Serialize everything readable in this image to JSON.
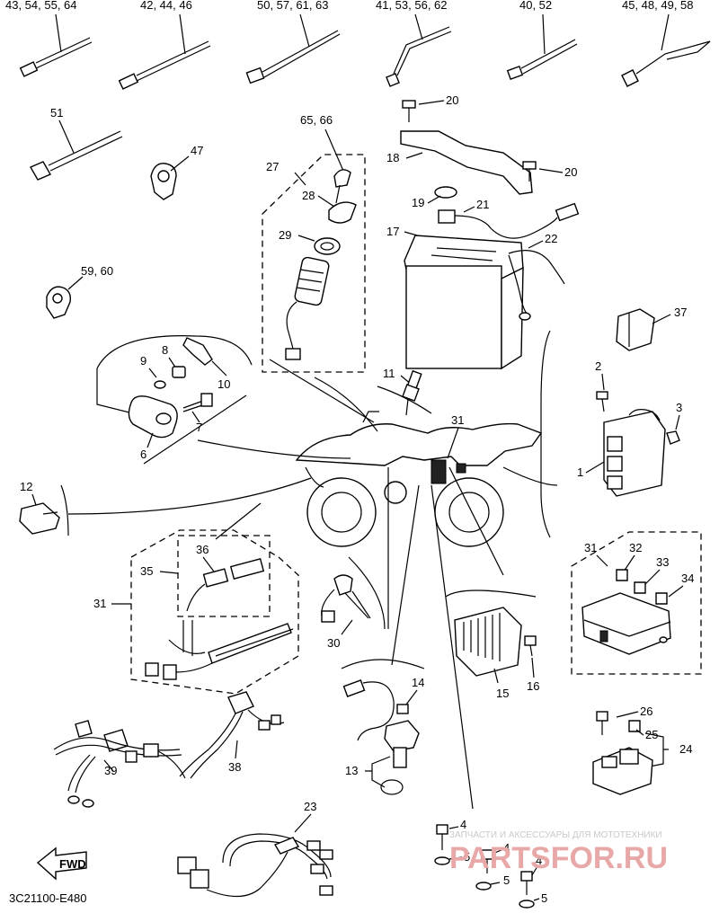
{
  "labels": {
    "l43": "43, 54, 55, 64",
    "l42": "42, 44, 46",
    "l50": "50, 57, 61, 63",
    "l41": "41, 53, 56, 62",
    "l40": "40, 52",
    "l45": "45, 48, 49, 58",
    "l51": "51",
    "l47": "47",
    "l6566": "65, 66",
    "l27": "27",
    "l28": "28",
    "l29": "29",
    "l20a": "20",
    "l18": "18",
    "l20b": "20",
    "l19": "19",
    "l21": "21",
    "l17": "17",
    "l22": "22",
    "l5960": "59, 60",
    "l37": "37",
    "l8": "8",
    "l9": "9",
    "l10": "10",
    "l11": "11",
    "l7": "7",
    "l6": "6",
    "l31a": "31",
    "l2": "2",
    "l3": "3",
    "l1": "1",
    "l12": "12",
    "l36": "36",
    "l35": "35",
    "l31b": "31",
    "l31c": "31",
    "l32": "32",
    "l33": "33",
    "l34": "34",
    "l30": "30",
    "l15": "15",
    "l16": "16",
    "l14": "14",
    "l13": "13",
    "l26": "26",
    "l25": "25",
    "l24": "24",
    "l39": "39",
    "l38": "38",
    "l23": "23",
    "l4a": "4",
    "l5a": "5",
    "l4b": "4",
    "l5b": "5",
    "l4c": "4",
    "l5c": "5",
    "fwd": "FWD",
    "code": "3C21100-E480"
  },
  "watermark": {
    "caption": "ЗАПЧАСТИ И АКСЕССУАРЫ ДЛЯ МОТОТЕХНИКИ",
    "brand": "PARTSFOR.RU"
  }
}
